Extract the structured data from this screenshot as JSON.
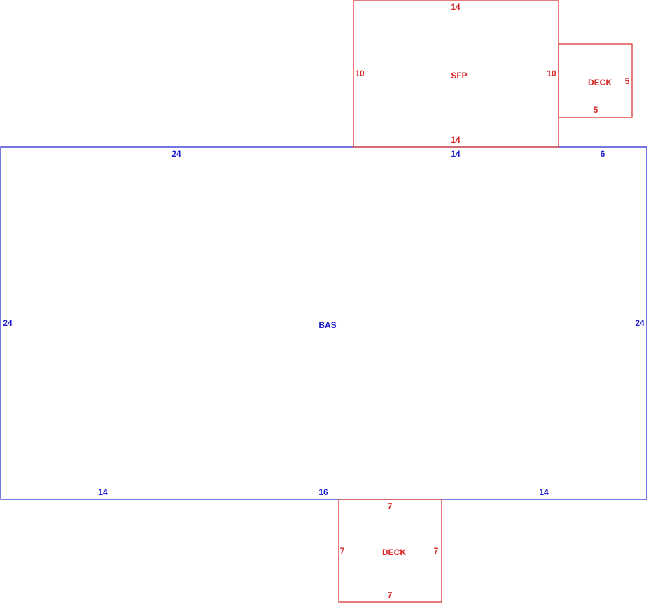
{
  "colors": {
    "red": "#d72626",
    "blue": "#1c1ccc"
  },
  "areas": {
    "bas": {
      "label": "BAS",
      "top_left": "24",
      "top_middle": "14",
      "top_right": "6",
      "left": "24",
      "right": "24",
      "bottom_left": "14",
      "bottom_middle": "16",
      "bottom_right": "14"
    },
    "sfp": {
      "label": "SFP",
      "top": "14",
      "bottom": "14",
      "left": "10",
      "right": "10"
    },
    "deck_right": {
      "label": "DECK",
      "right": "5",
      "bottom": "5"
    },
    "deck_bottom": {
      "label": "DECK",
      "top": "7",
      "bottom": "7",
      "left": "7",
      "right": "7"
    }
  }
}
